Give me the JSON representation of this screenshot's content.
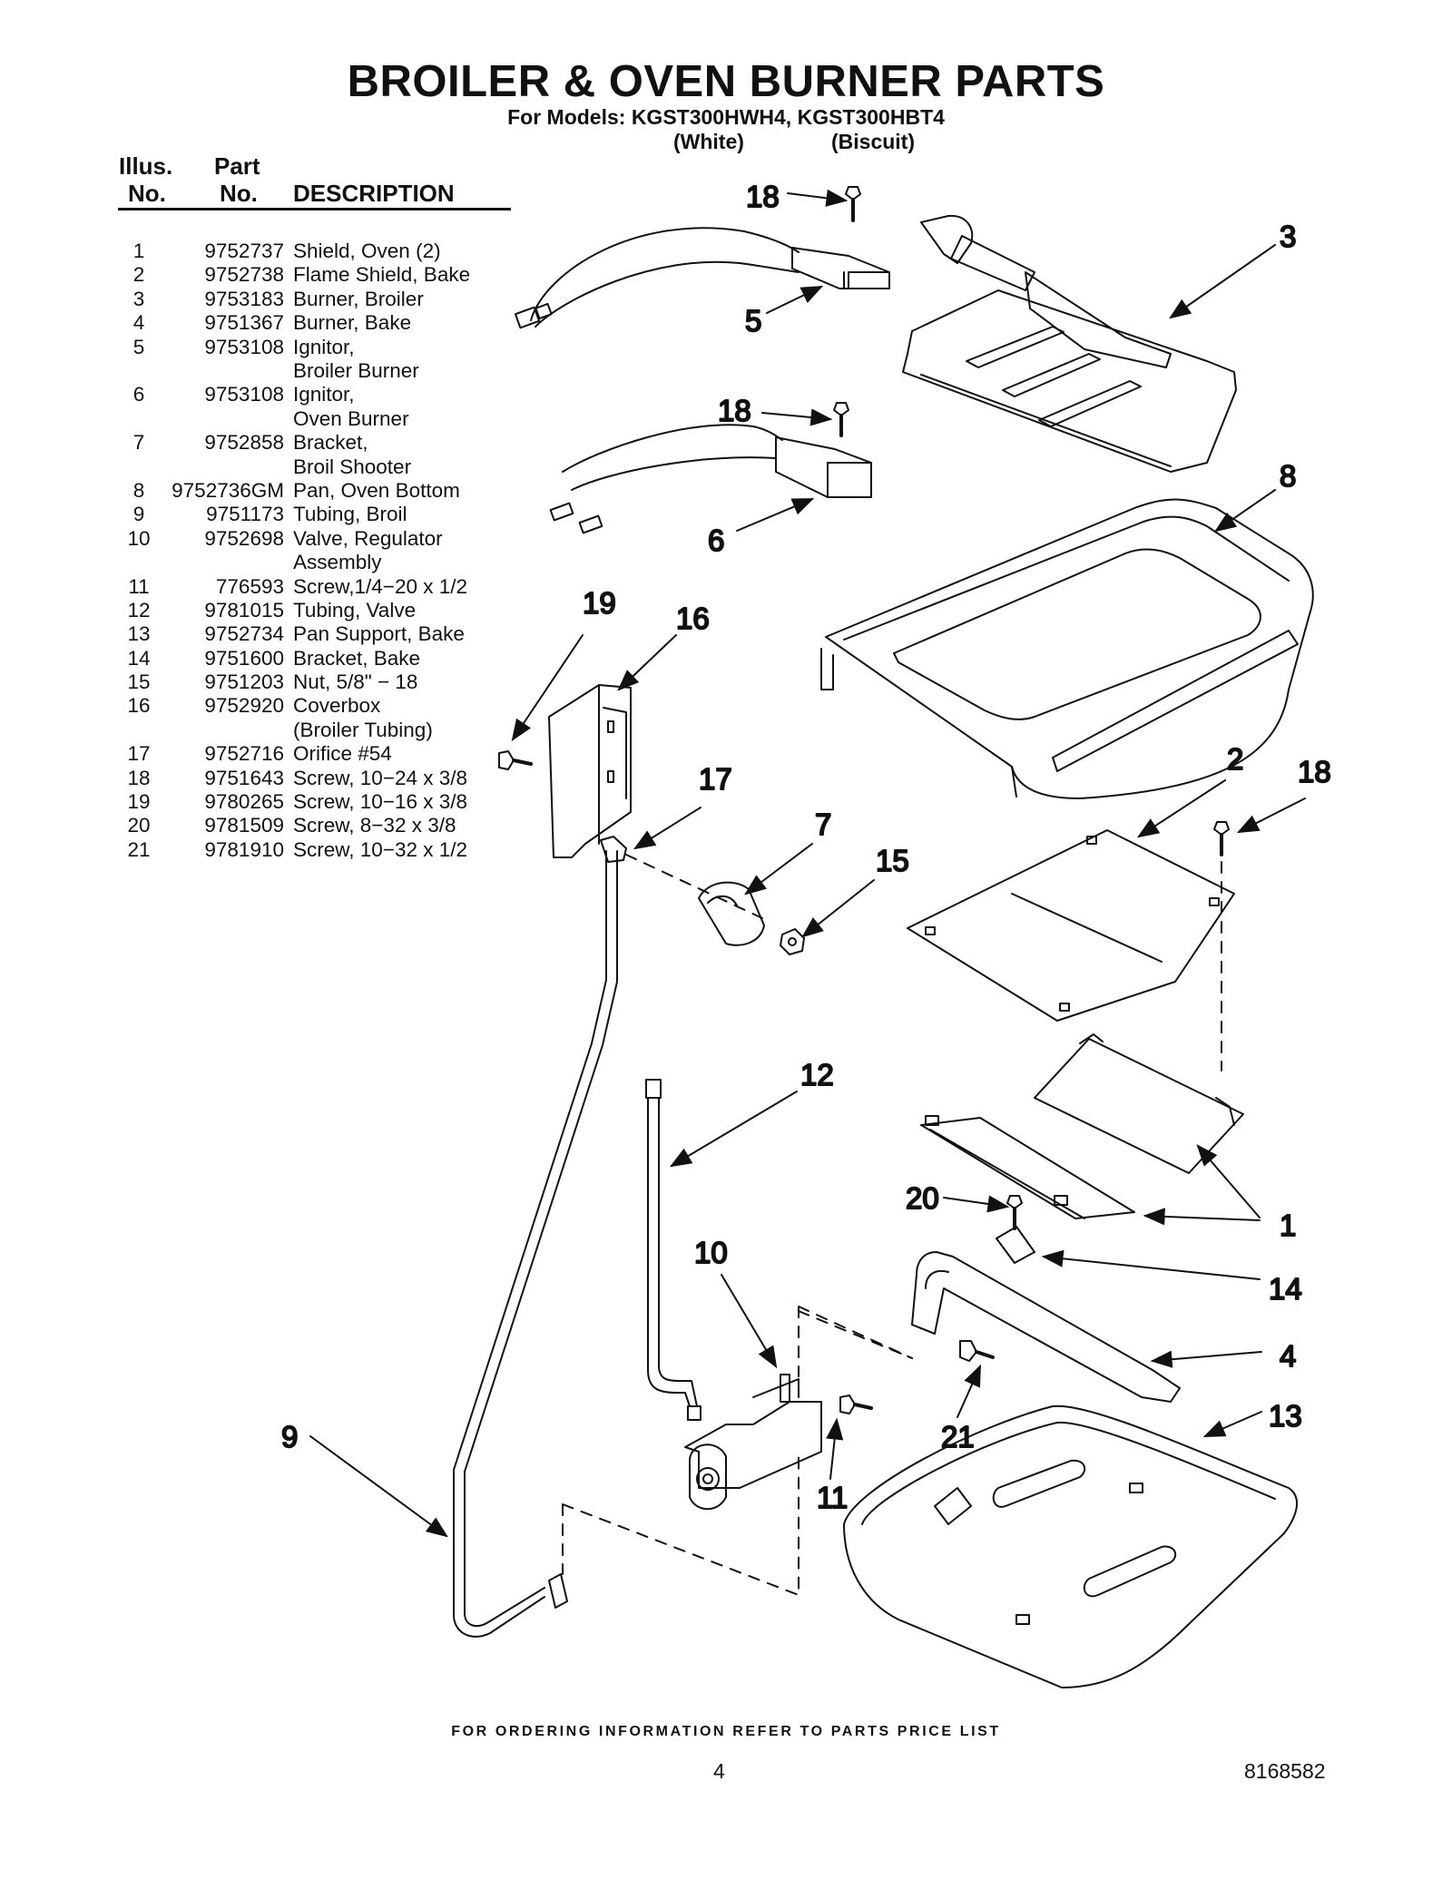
{
  "header": {
    "title": "BROILER & OVEN BURNER PARTS",
    "models_line": "For Models: KGST300HWH4, KGST300HBT4",
    "variant_1": "(White)",
    "variant_2": "(Biscuit)"
  },
  "table": {
    "col_illus": [
      "Illus.",
      "No."
    ],
    "col_part": [
      "Part",
      "No."
    ],
    "col_desc": "DESCRIPTION",
    "rows": [
      {
        "illus": "1",
        "part": "9752737",
        "desc": [
          "Shield, Oven (2)"
        ]
      },
      {
        "illus": "2",
        "part": "9752738",
        "desc": [
          "Flame Shield, Bake"
        ]
      },
      {
        "illus": "3",
        "part": "9753183",
        "desc": [
          "Burner, Broiler"
        ]
      },
      {
        "illus": "4",
        "part": "9751367",
        "desc": [
          "Burner, Bake"
        ]
      },
      {
        "illus": "5",
        "part": "9753108",
        "desc": [
          "Ignitor,",
          "Broiler Burner"
        ]
      },
      {
        "illus": "6",
        "part": "9753108",
        "desc": [
          "Ignitor,",
          "Oven Burner"
        ]
      },
      {
        "illus": "7",
        "part": "9752858",
        "desc": [
          "Bracket,",
          "Broil Shooter"
        ]
      },
      {
        "illus": "8",
        "part": "9752736GM",
        "desc": [
          "Pan, Oven Bottom"
        ]
      },
      {
        "illus": "9",
        "part": "9751173",
        "desc": [
          "Tubing, Broil"
        ]
      },
      {
        "illus": "10",
        "part": "9752698",
        "desc": [
          "Valve, Regulator",
          "Assembly"
        ]
      },
      {
        "illus": "11",
        "part": "776593",
        "desc": [
          "Screw,1/4−20 x 1/2"
        ]
      },
      {
        "illus": "12",
        "part": "9781015",
        "desc": [
          "Tubing, Valve"
        ]
      },
      {
        "illus": "13",
        "part": "9752734",
        "desc": [
          "Pan Support, Bake"
        ]
      },
      {
        "illus": "14",
        "part": "9751600",
        "desc": [
          "Bracket, Bake"
        ]
      },
      {
        "illus": "15",
        "part": "9751203",
        "desc": [
          "Nut, 5/8\" − 18"
        ]
      },
      {
        "illus": "16",
        "part": "9752920",
        "desc": [
          "Coverbox",
          "(Broiler Tubing)"
        ]
      },
      {
        "illus": "17",
        "part": "9752716",
        "desc": [
          "Orifice #54"
        ]
      },
      {
        "illus": "18",
        "part": "9751643",
        "desc": [
          "Screw, 10−24 x 3/8"
        ]
      },
      {
        "illus": "19",
        "part": "9780265",
        "desc": [
          "Screw, 10−16 x 3/8"
        ]
      },
      {
        "illus": "20",
        "part": "9781509",
        "desc": [
          "Screw, 8−32 x 3/8"
        ]
      },
      {
        "illus": "21",
        "part": "9781910",
        "desc": [
          "Screw, 10−32 x 1/2"
        ]
      }
    ]
  },
  "diagram": {
    "callouts": {
      "c18a": "18",
      "c3": "3",
      "c5": "5",
      "c18b": "18",
      "c8": "8",
      "c6": "6",
      "c19": "19",
      "c16": "16",
      "c2": "2",
      "c18c": "18",
      "c17": "17",
      "c7": "7",
      "c15": "15",
      "c12": "12",
      "c20": "20",
      "c1": "1",
      "c10": "10",
      "c14": "14",
      "c4": "4",
      "c13": "13",
      "c9": "9",
      "c21": "21",
      "c11": "11"
    }
  },
  "footer": {
    "ordering_note": "FOR ORDERING INFORMATION REFER TO PARTS PRICE LIST",
    "page_number": "4",
    "document_number": "8168582"
  }
}
